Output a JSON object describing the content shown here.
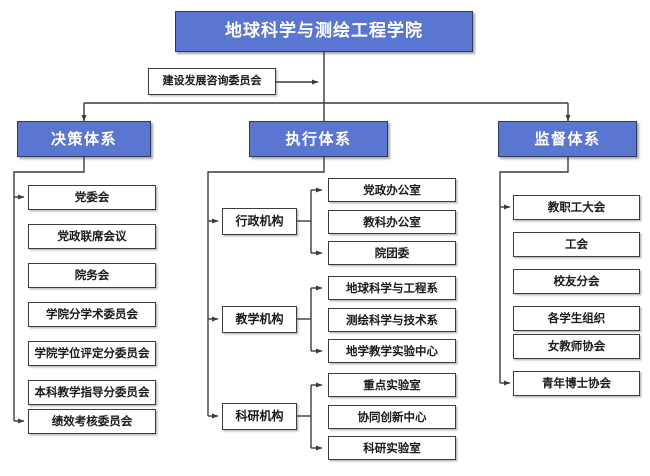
{
  "diagram": {
    "title": "地球科学与测绘工程学院",
    "type": "organization-chart",
    "colors": {
      "accent_blue": "#5B76D1",
      "box_border": "#3C3C3C",
      "blue_border": "#2F3B5C",
      "connector": "#3C3C3C",
      "background": "#FFFFFF",
      "blue_text": "#FFFFFF",
      "plain_text": "#1A1A1A"
    }
  },
  "root": {
    "label": "地球科学与测绘工程学院"
  },
  "advisory": {
    "label": "建设发展咨询委员会"
  },
  "pillars": [
    {
      "label": "决策体系"
    },
    {
      "label": "执行体系"
    },
    {
      "label": "监督体系"
    }
  ],
  "decision_items": [
    {
      "label": "党委会"
    },
    {
      "label": "党政联席会议"
    },
    {
      "label": "院务会"
    },
    {
      "label": "学院分学术委员会"
    },
    {
      "label": "学院学位评定分委员会"
    },
    {
      "label": "本科教学指导分委员会"
    },
    {
      "label": "绩效考核委员会"
    }
  ],
  "execution_groups": [
    {
      "label": "行政机构",
      "items": [
        {
          "label": "党政办公室"
        },
        {
          "label": "教科办公室"
        },
        {
          "label": "院团委"
        }
      ]
    },
    {
      "label": "教学机构",
      "items": [
        {
          "label": "地球科学与工程系"
        },
        {
          "label": "测绘科学与技术系"
        },
        {
          "label": "地学教学实验中心"
        }
      ]
    },
    {
      "label": "科研机构",
      "items": [
        {
          "label": "重点实验室"
        },
        {
          "label": "协同创新中心"
        },
        {
          "label": "科研实验室"
        }
      ]
    }
  ],
  "supervision_items": [
    {
      "label": "教职工大会"
    },
    {
      "label": "工会"
    },
    {
      "label": "校友分会"
    },
    {
      "label": "各学生组织"
    },
    {
      "label": "女教师协会"
    },
    {
      "label": "青年博士协会"
    }
  ]
}
